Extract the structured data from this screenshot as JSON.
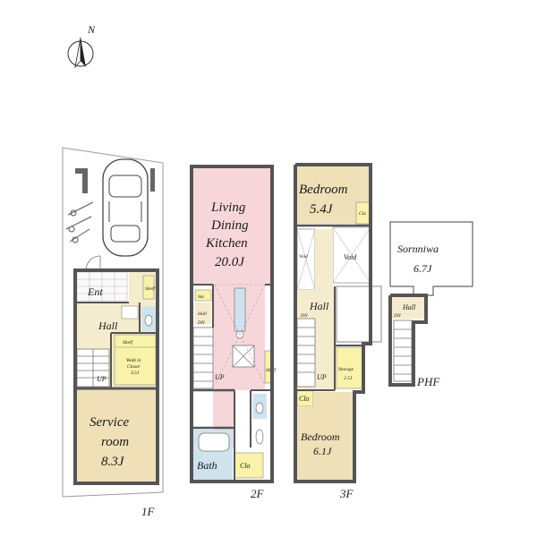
{
  "compass": {
    "label": "N"
  },
  "floors": [
    {
      "id": "1f",
      "label": "1F"
    },
    {
      "id": "2f",
      "label": "2F"
    },
    {
      "id": "3f",
      "label": "3F"
    },
    {
      "id": "phf",
      "label": "PHF"
    }
  ],
  "rooms": {
    "ent": "Ent",
    "hall_1f": "Hall",
    "shelf_1f": "Shelf",
    "shelf_1f_b": "Shelf",
    "walk_in_closet_1": "Walk in",
    "walk_in_closet_2": "Closet",
    "walk_in_closet_size": "3.5J",
    "service_room_1": "Service",
    "service_room_2": "room",
    "service_room_size": "8.3J",
    "up_1f": "UP",
    "ldk_1": "Living",
    "ldk_2": "Dining",
    "ldk_3": "Kitchen",
    "ldk_size": "20.0J",
    "sto_2f": "Sto",
    "hall_2f": "Hall",
    "dn_2f": "DN",
    "up_2f": "UP",
    "shelf_2f": "Shelf",
    "bath": "Bath",
    "clo_2f": "Clo",
    "bedroom_top": "Bedroom",
    "bedroom_top_size": "5.4J",
    "clo_3f_top": "Clo",
    "void_left": "Void",
    "void_right": "Void",
    "hall_3f": "Hall",
    "dn_3f": "DN",
    "up_3f": "UP",
    "storage": "Storage",
    "storage_size": "2.5J",
    "clo_3f_bottom": "Clo",
    "bedroom_bottom": "Bedroom",
    "bedroom_bottom_size": "6.1J",
    "sornniwa": "Sornniwa",
    "sornniwa_size": "6.7J",
    "hall_phf": "Hall",
    "dn_phf": "DN"
  },
  "colors": {
    "ldk_fill": "#f7d6da",
    "bedroom_fill": "#efe0b8",
    "hall_fill": "#f5eccd",
    "bath_fill": "#cfe3ef",
    "clo_fill": "#f9f2a8",
    "wall": "#555555"
  }
}
